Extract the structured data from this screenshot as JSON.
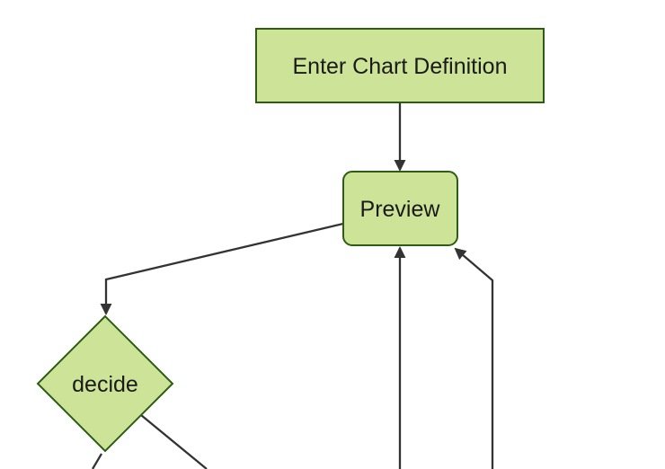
{
  "diagram": {
    "type": "flowchart",
    "orientation": "top-down",
    "colors": {
      "canvas_bg": "#ffffff",
      "node_fill": "#cde498",
      "node_stroke": "#2d5c14",
      "edge_color": "#333333",
      "text_color": "#1a1a1a"
    },
    "nodes": [
      {
        "id": "enter-chart-definition",
        "label": "Enter Chart Definition",
        "shape": "rectangle"
      },
      {
        "id": "preview",
        "label": "Preview",
        "shape": "rounded-rectangle"
      },
      {
        "id": "decide",
        "label": "decide",
        "shape": "diamond"
      }
    ],
    "edges": [
      {
        "from": "enter-chart-definition",
        "to": "preview",
        "arrow": true
      },
      {
        "from": "preview",
        "to": "decide",
        "arrow": true
      },
      {
        "from": "offscreen-bottom-center",
        "to": "preview",
        "arrow": true
      },
      {
        "from": "offscreen-bottom-right",
        "to": "preview",
        "arrow": true
      },
      {
        "from": "decide",
        "to": "offscreen-bottom-left",
        "arrow": false
      },
      {
        "from": "decide",
        "to": "offscreen-bottom-right",
        "arrow": false
      }
    ]
  }
}
